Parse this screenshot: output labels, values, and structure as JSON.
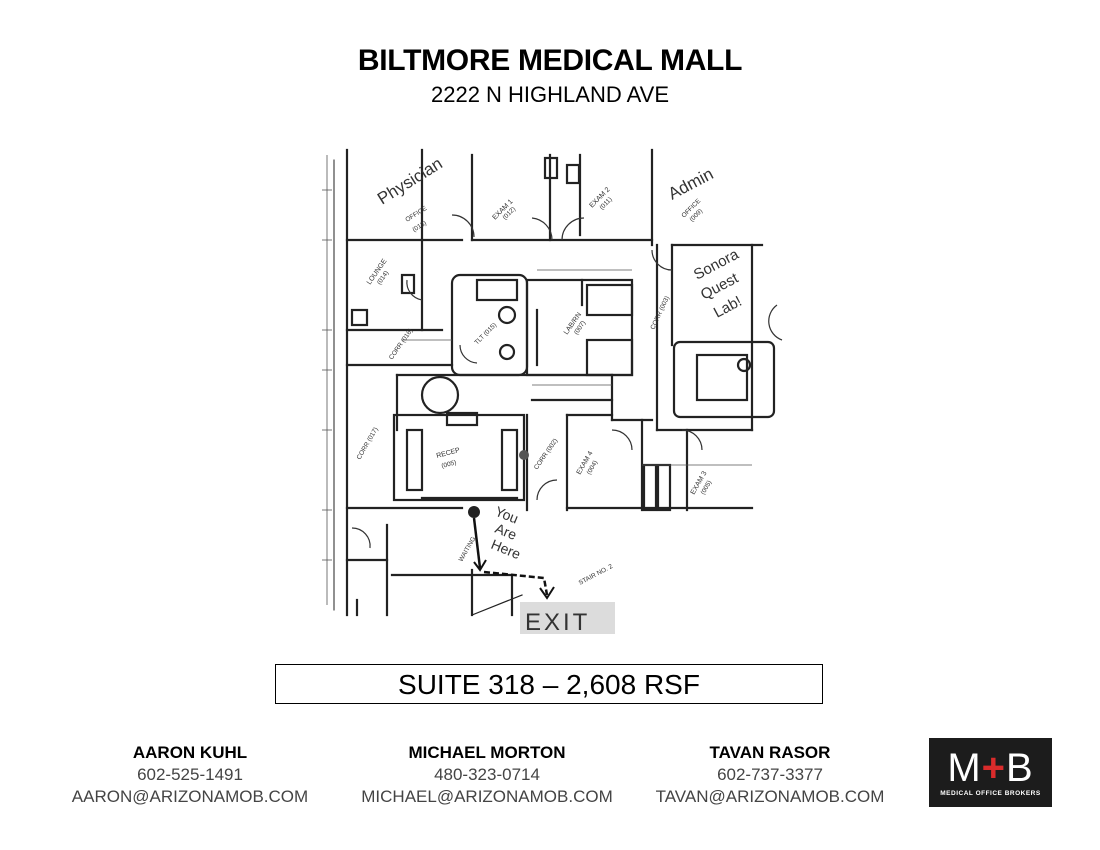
{
  "header": {
    "title": "BILTMORE MEDICAL MALL",
    "address": "2222 N HIGHLAND AVE"
  },
  "floor_plan": {
    "labels": {
      "physician": "Physician",
      "physician_office": "OFFICE",
      "physician_num": "(013)",
      "exam1": "EXAM 1",
      "exam1_num": "(012)",
      "exam2": "EXAM 2",
      "exam2_num": "(011)",
      "admin": "Admin",
      "admin_office": "OFFICE",
      "admin_num": "(009)",
      "lounge": "LOUNGE",
      "lounge_num": "(014)",
      "corr_016": "CORR (016)",
      "tlt": "TLT (015)",
      "lab": "LAB/RN",
      "lab_num": "(007)",
      "corr_003": "CORR (003)",
      "sonora": "Sonora",
      "quest": "Quest",
      "lab_handwritten": "Lab!",
      "recep": "RECEP",
      "recep_num": "(005)",
      "corr_002": "CORR (002)",
      "exam4": "EXAM 4",
      "exam4_num": "(004)",
      "exam3": "EXAM 3",
      "exam3_num": "(005)",
      "corr_017": "CORR (017)",
      "waiting": "WAITING",
      "you": "You",
      "are": "Are",
      "here": "Here",
      "stair": "STAIR NO. 2",
      "exit": "EXIT"
    }
  },
  "suite": {
    "label": "SUITE 318 – 2,608 RSF"
  },
  "contacts": [
    {
      "name": "AARON KUHL",
      "phone": "602-525-1491",
      "email": "AARON@ARIZONAMOB.COM"
    },
    {
      "name": "MICHAEL MORTON",
      "phone": "480-323-0714",
      "email": "MICHAEL@ARIZONAMOB.COM"
    },
    {
      "name": "TAVAN RASOR",
      "phone": "602-737-3377",
      "email": "TAVAN@ARIZONAMOB.COM"
    }
  ],
  "logo": {
    "mark_left": "M",
    "mark_plus": "+",
    "mark_right": "B",
    "tagline": "MEDICAL OFFICE BROKERS",
    "accent_color": "#d92b2b"
  }
}
